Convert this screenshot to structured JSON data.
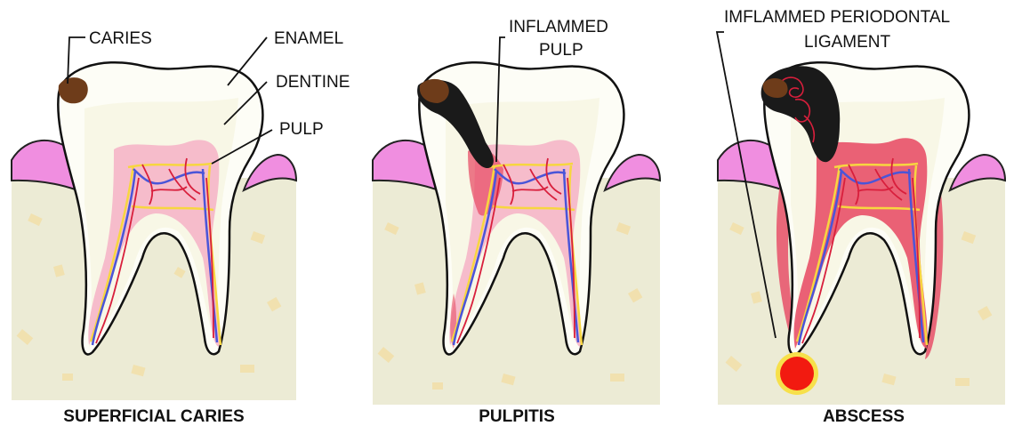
{
  "colors": {
    "bone": "#ecebd5",
    "bone_fleck": "#f2dfa8",
    "gum": "#f08ee0",
    "enamel": "#fdfdf6",
    "dentine": "#f8f7e6",
    "pulp": "#f6bccb",
    "pulp_inflamed": "#e85068",
    "nerve": "#f7d640",
    "vein": "#4a55d8",
    "artery": "#d81f3c",
    "caries": "#6e3c1a",
    "decay": "#1a1a1a",
    "abscess": "#f21a10",
    "abscess_rim": "#f7e04a"
  },
  "panels": [
    {
      "caption": "SUPERFICIAL CARIES",
      "labels": {
        "caries": "CARIES",
        "enamel": "ENAMEL",
        "dentine": "DENTINE",
        "pulp": "PULP"
      }
    },
    {
      "caption": "PULPITIS",
      "labels": {
        "inflamed_pulp_1": "INFLAMMED",
        "inflamed_pulp_2": "PULP"
      }
    },
    {
      "caption": "ABSCESS",
      "labels": {
        "periodontal_1": "IMFLAMMED  PERIODONTAL",
        "periodontal_2": "LIGAMENT"
      }
    }
  ]
}
